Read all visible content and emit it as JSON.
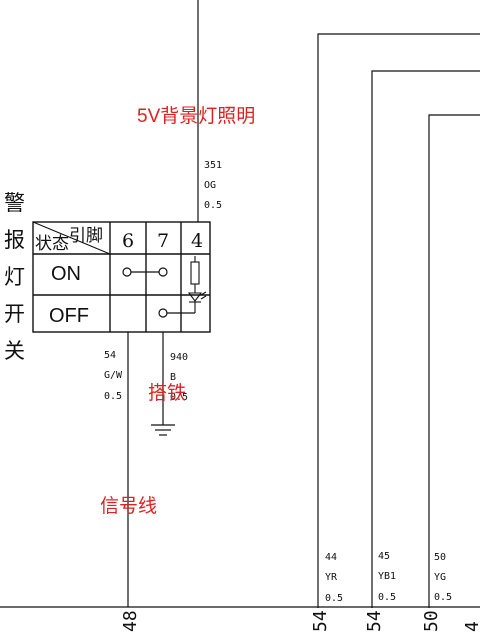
{
  "colors": {
    "line": "#111111",
    "annotation": "#e02020",
    "background": "#ffffff"
  },
  "annotations": {
    "backlight": "5V背景灯照明",
    "ground": "搭铁",
    "signal": "信号线"
  },
  "switch": {
    "title": [
      "警",
      "报",
      "灯",
      "开",
      "关"
    ],
    "header_state": "状态",
    "header_pin": "引脚",
    "pins": [
      "6",
      "7",
      "4"
    ],
    "states": [
      "ON",
      "OFF"
    ],
    "lamp_icon": "bulb-icon",
    "led_icon": "led-icon"
  },
  "wires": {
    "top": {
      "num": "351",
      "color": "OG",
      "gauge": "0.5"
    },
    "left": {
      "num": "54",
      "color": "G/W",
      "gauge": "0.5"
    },
    "ground": {
      "num": "940",
      "color": "B",
      "gauge": "0.5"
    },
    "bus": [
      {
        "num": "44",
        "color": "YR",
        "gauge": "0.5"
      },
      {
        "num": "45",
        "color": "YB1",
        "gauge": "0.5"
      },
      {
        "num": "50",
        "color": "YG",
        "gauge": "0.5"
      }
    ]
  },
  "bottom_pins": [
    "48",
    "54",
    "54",
    "50",
    "4"
  ],
  "ground_icon": "ground-symbol-icon"
}
